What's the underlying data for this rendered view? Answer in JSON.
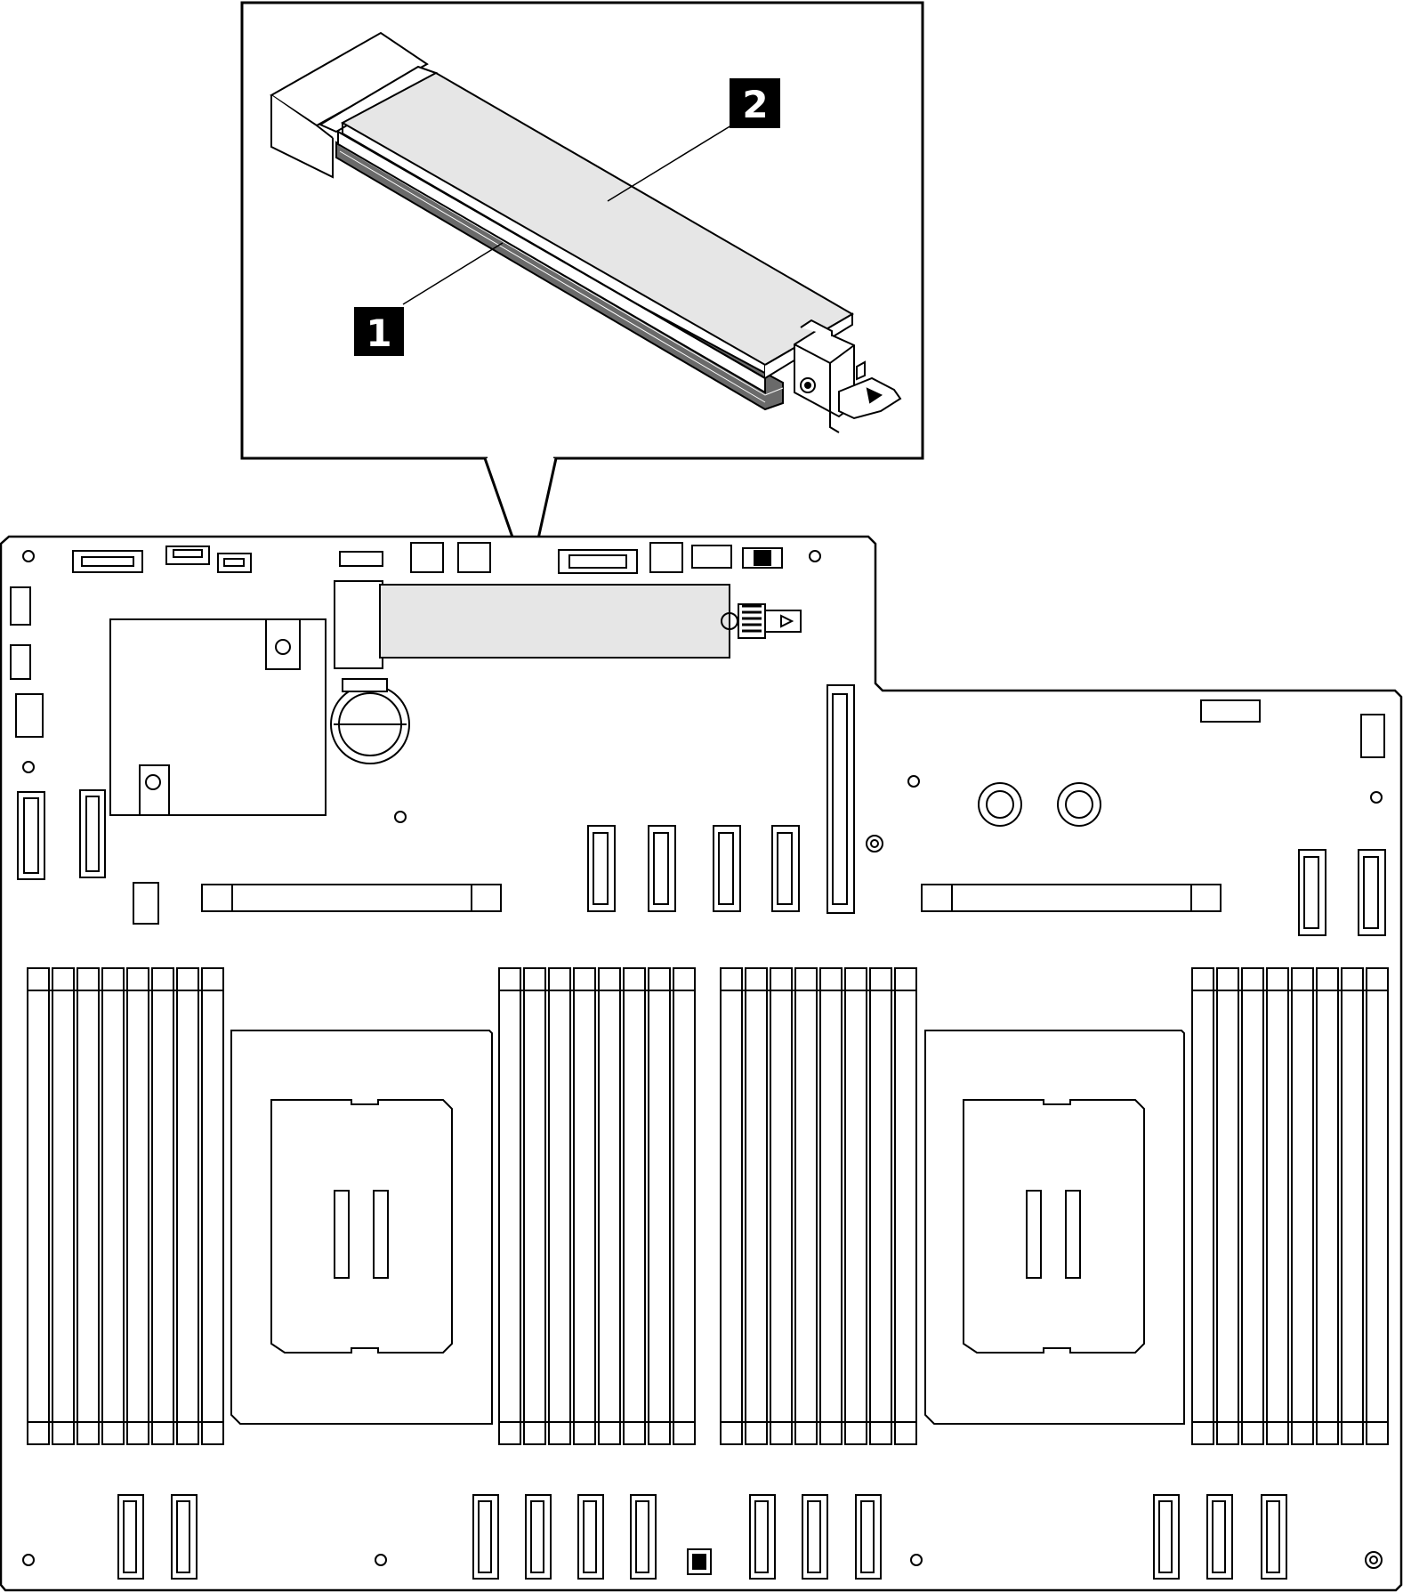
{
  "callouts": [
    {
      "id": "1",
      "label": "1"
    },
    {
      "id": "2",
      "label": "2"
    }
  ],
  "colors": {
    "line": "#000000",
    "module_fill": "#e6e6e6",
    "module_dark": "#6a6a6a",
    "background": "#ffffff",
    "callout_fill": "#000000"
  }
}
